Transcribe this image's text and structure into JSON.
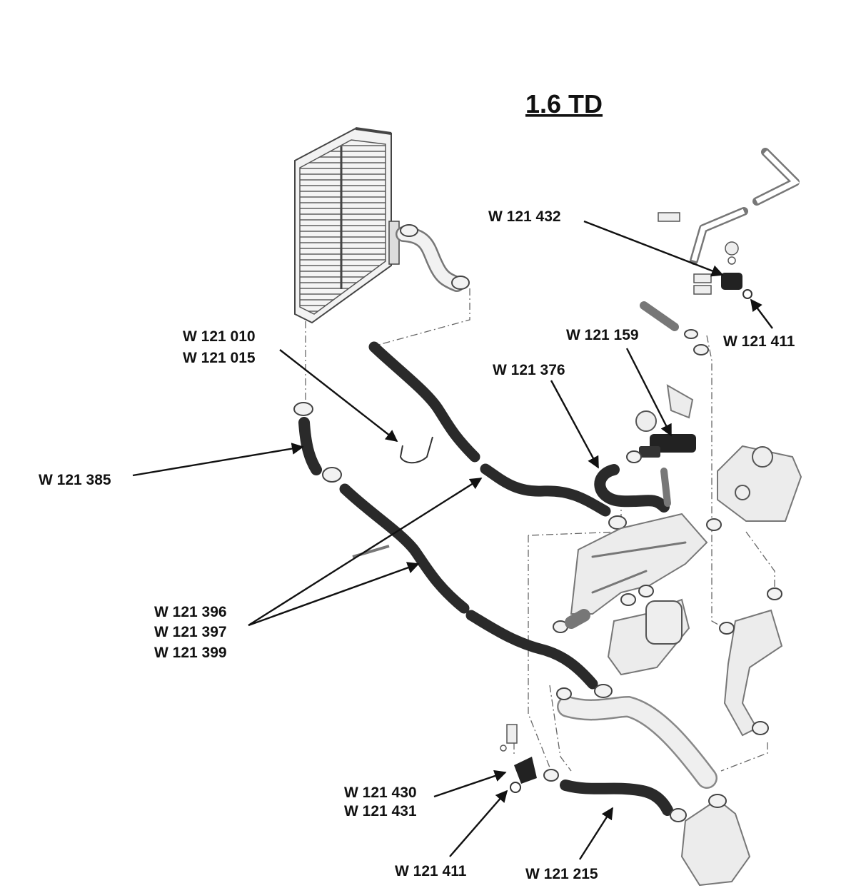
{
  "title": "1.6 TD",
  "labels": {
    "w121432": "W 121 432",
    "w121411_top": "W 121 411",
    "w121010": "W 121 010",
    "w121015": "W 121 015",
    "w121159": "W 121 159",
    "w121376": "W 121 376",
    "w121385": "W 121 385",
    "w121396": "W 121 396",
    "w121397": "W 121 397",
    "w121399": "W 121 399",
    "w121430": "W 121 430",
    "w121431": "W 121 431",
    "w121411_bottom": "W 121 411",
    "w121215": "W 121 215"
  },
  "colors": {
    "hose": "#2a2a2a",
    "outline": "#777777",
    "text": "#111111"
  }
}
